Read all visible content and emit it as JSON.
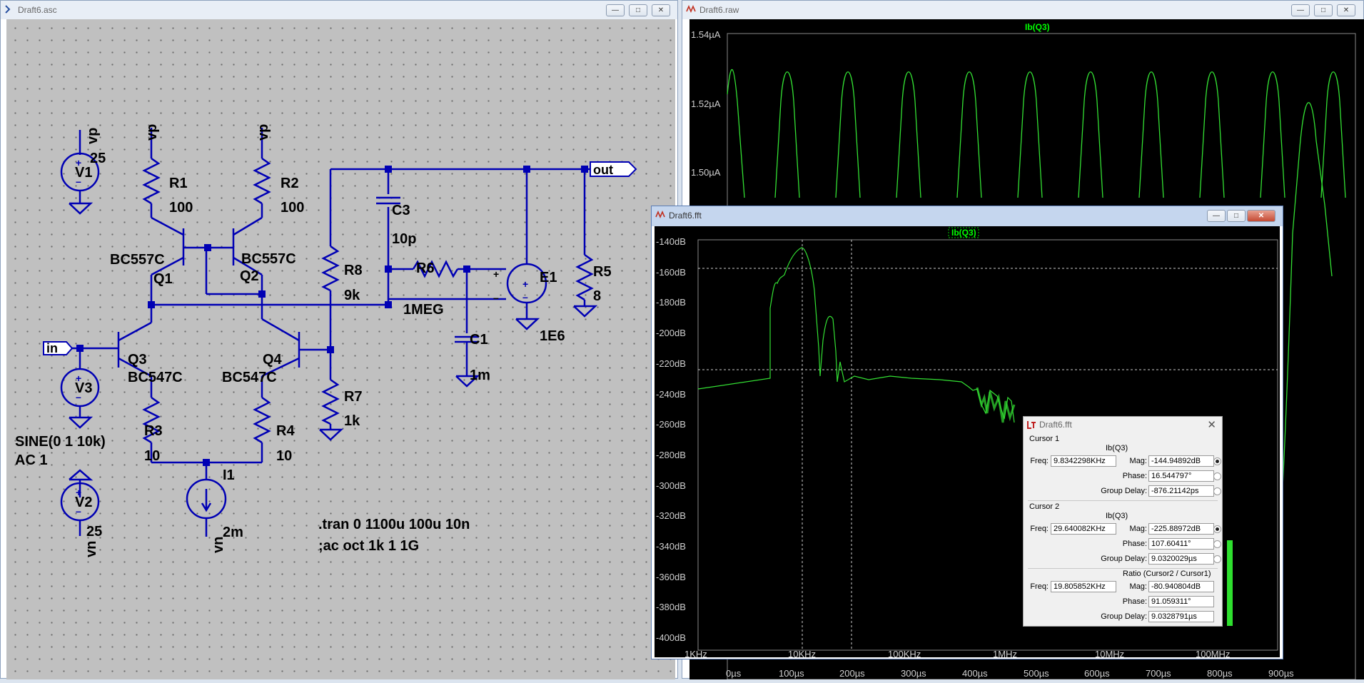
{
  "schematic_window": {
    "title": "Draft6.asc",
    "components": {
      "V1": {
        "name": "V1",
        "value": "25",
        "net": "vp"
      },
      "V2": {
        "name": "V2",
        "value": "25",
        "net": "vn"
      },
      "V3": {
        "name": "V3",
        "value1": "SINE(0 1 10k)",
        "value2": "AC 1"
      },
      "R1": {
        "name": "R1",
        "value": "100"
      },
      "R2": {
        "name": "R2",
        "value": "100"
      },
      "R3": {
        "name": "R3",
        "value": "10"
      },
      "R4": {
        "name": "R4",
        "value": "10"
      },
      "R5": {
        "name": "R5",
        "value": "8"
      },
      "R6": {
        "name": "R6",
        "value": "1MEG"
      },
      "R7": {
        "name": "R7",
        "value": "1k"
      },
      "R8": {
        "name": "R8",
        "value": "9k"
      },
      "C1": {
        "name": "C1",
        "value": "1m"
      },
      "C3": {
        "name": "C3",
        "value": "10p"
      },
      "Q1": {
        "name": "Q1",
        "model": "BC557C"
      },
      "Q2": {
        "name": "Q2",
        "model": "BC557C"
      },
      "Q3": {
        "name": "Q3",
        "model": "BC547C"
      },
      "Q4": {
        "name": "Q4",
        "model": "BC547C"
      },
      "E1": {
        "name": "E1",
        "value": "1E6"
      },
      "I1": {
        "name": "I1",
        "value": "2m"
      }
    },
    "net_labels": {
      "vp": "vp",
      "vn": "vn",
      "in": "in",
      "out": "out"
    },
    "directives": [
      ".tran 0 1100u 100u 10n",
      ";ac oct 1k 1 1G"
    ]
  },
  "raw_window": {
    "title": "Draft6.raw",
    "trace_name": "Ib(Q3)",
    "trace_color": "#00ff00",
    "y_ticks": [
      "1.54µA",
      "1.52µA",
      "1.50µA"
    ],
    "x_ticks": [
      "0µs",
      "100µs",
      "200µs",
      "300µs",
      "400µs",
      "500µs",
      "600µs",
      "700µs",
      "800µs",
      "900µs"
    ]
  },
  "fft_window": {
    "title": "Draft6.fft",
    "trace_name": "Ib(Q3)",
    "y_ticks": [
      "-140dB",
      "-160dB",
      "-180dB",
      "-200dB",
      "-220dB",
      "-240dB",
      "-260dB",
      "-280dB",
      "-300dB",
      "-320dB",
      "-340dB",
      "-360dB",
      "-380dB",
      "-400dB"
    ],
    "x_ticks": [
      "1KHz",
      "10KHz",
      "100KHz",
      "1MHz",
      "10MHz",
      "100MHz"
    ]
  },
  "cursor_dialog": {
    "title": "Draft6.fft",
    "close_icon": "close-icon",
    "cursor1": {
      "label": "Cursor 1",
      "signal": "Ib(Q3)",
      "freq_label": "Freq:",
      "freq": "9.8342298KHz",
      "mag_label": "Mag:",
      "mag": "-144.94892dB",
      "phase_label": "Phase:",
      "phase": "16.544797°",
      "gd_label": "Group Delay:",
      "group_delay": "-876.21142ps"
    },
    "cursor2": {
      "label": "Cursor 2",
      "signal": "Ib(Q3)",
      "freq_label": "Freq:",
      "freq": "29.640082KHz",
      "mag_label": "Mag:",
      "mag": "-225.88972dB",
      "phase_label": "Phase:",
      "phase": "107.60411°",
      "gd_label": "Group Delay:",
      "group_delay": "9.0320029µs"
    },
    "ratio": {
      "label": "Ratio (Cursor2 / Cursor1)",
      "freq_label": "Freq:",
      "freq": "19.805852KHz",
      "mag_label": "Mag:",
      "mag": "-80.940804dB",
      "phase_label": "Phase:",
      "phase": "91.059311°",
      "gd_label": "Group Delay:",
      "group_delay": "9.0328791µs"
    }
  }
}
